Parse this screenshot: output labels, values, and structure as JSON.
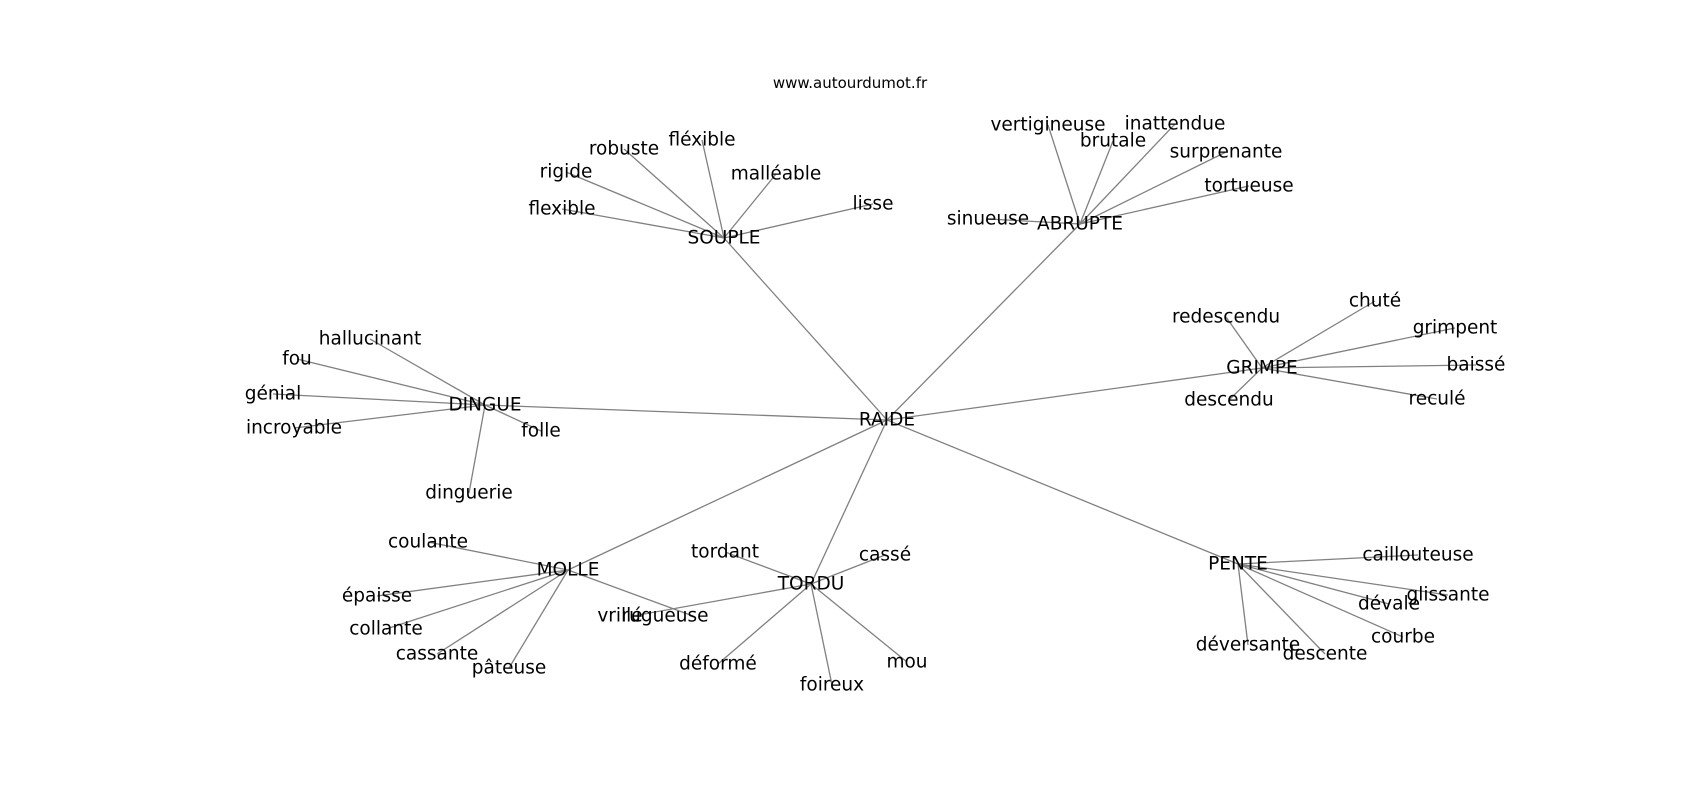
{
  "site_label": "www.autourdumot.fr",
  "graph": {
    "root": "RAIDE",
    "branches": [
      {
        "hub": "SOUPLE",
        "words": [
          "flexible",
          "rigide",
          "robuste",
          "fléxible",
          "malléable",
          "lisse"
        ]
      },
      {
        "hub": "ABRUPTE",
        "words": [
          "sinueuse",
          "vertigineuse",
          "brutale",
          "inattendue",
          "surprenante",
          "tortueuse"
        ]
      },
      {
        "hub": "GRIMPE",
        "words": [
          "redescendu",
          "chuté",
          "grimpent",
          "baissé",
          "reculé",
          "descendu"
        ]
      },
      {
        "hub": "DINGUE",
        "words": [
          "hallucinant",
          "fou",
          "génial",
          "incroyable",
          "folle",
          "dinguerie"
        ]
      },
      {
        "hub": "MOLLE",
        "words": [
          "coulante",
          "épaisse",
          "collante",
          "cassante",
          "pâteuse",
          "rugueuse"
        ]
      },
      {
        "hub": "TORDU",
        "words": [
          "tordant",
          "cassé",
          "vrillé",
          "déformé",
          "foireux",
          "mou"
        ]
      },
      {
        "hub": "PENTE",
        "words": [
          "caillouteuse",
          "glissante",
          "dévale",
          "courbe",
          "descente",
          "déversante"
        ]
      }
    ]
  }
}
